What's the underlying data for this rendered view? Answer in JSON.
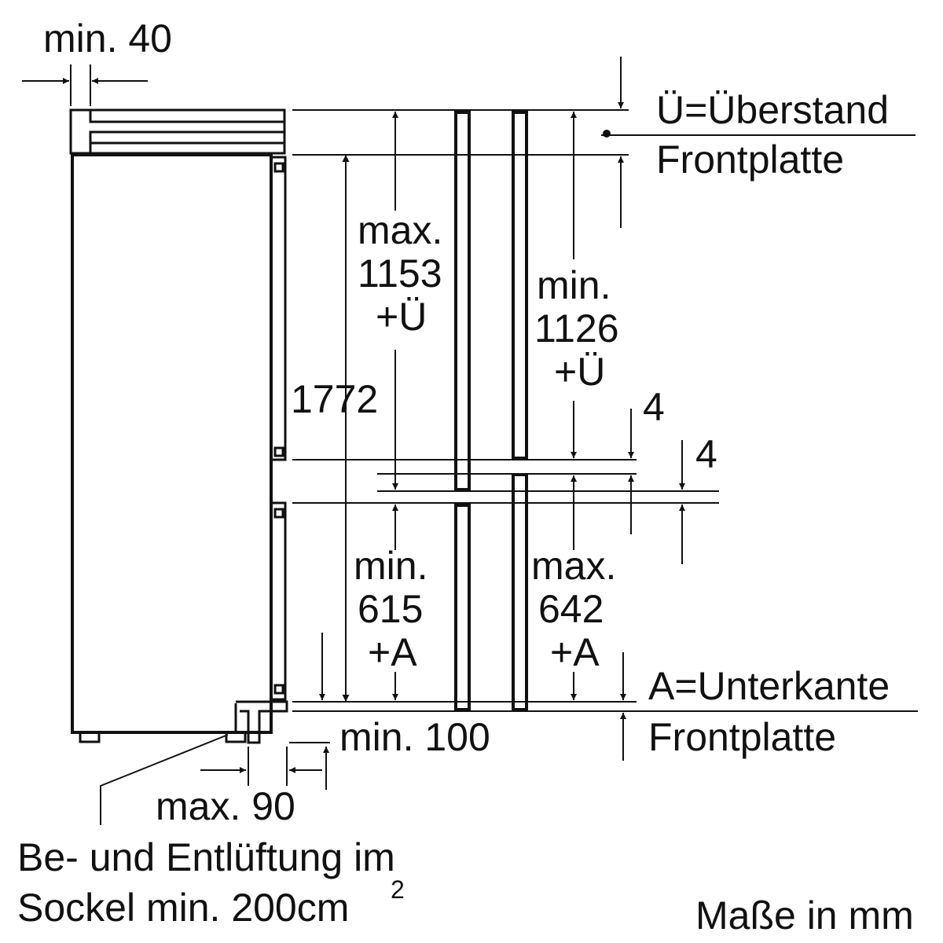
{
  "labels": {
    "min40": "min. 40",
    "ueberstand": "Ü=Überstand",
    "frontplatte_top": "Frontplatte",
    "max_word_1153": "max.",
    "val_1153": "1153",
    "plus_u_1153": "+Ü",
    "min_word_1126": "min.",
    "val_1126": "1126",
    "plus_u_1126": "+Ü",
    "val_1772": "1772",
    "four_a": "4",
    "four_b": "4",
    "min_word_615": "min.",
    "val_615": "615",
    "plus_a_615": "+A",
    "max_word_642": "max.",
    "val_642": "642",
    "plus_a_642": "+A",
    "unterkante": "A=Unterkante",
    "frontplatte_bottom": "Frontplatte",
    "min100": "min. 100",
    "max90": "max. 90",
    "vent_line1": "Be- und Entlüftung im",
    "vent_line2": "Sockel min. 200cm",
    "vent_sup": "2",
    "units": "Maße in mm"
  }
}
